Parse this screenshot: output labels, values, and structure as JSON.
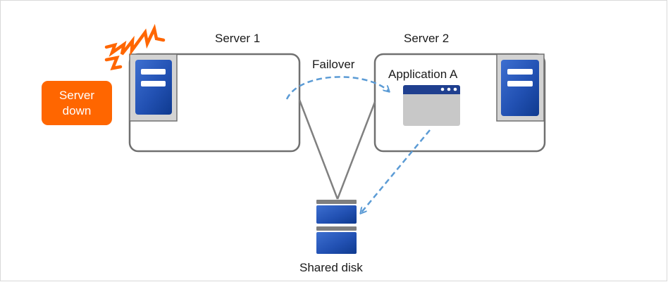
{
  "servers": {
    "server1": {
      "title": "Server 1"
    },
    "server2": {
      "title": "Server 2"
    }
  },
  "alert": {
    "line1": "Server",
    "line2": "down",
    "color": "#ff6600",
    "icon": "lightning-bolt-icon"
  },
  "failover": {
    "label": "Failover"
  },
  "application": {
    "label": "Application A"
  },
  "shared_disk": {
    "label": "Shared disk"
  },
  "colors": {
    "server_blue": "#1f4fa8",
    "server_dark": "#0d3b8c",
    "frame_gray": "#d3d3d3",
    "box_stroke": "#707070",
    "arrow_dashed": "#5b9bd5",
    "line_gray": "#808080"
  }
}
